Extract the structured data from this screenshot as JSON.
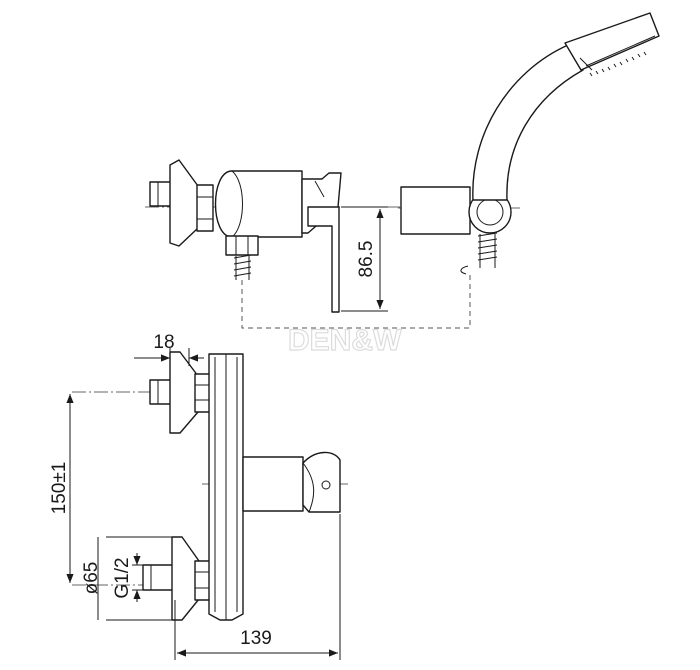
{
  "dimensions": {
    "lever_height": "86.5",
    "eccentric_width": "18",
    "center_distance": "150±1",
    "flange_diameter": "ø65",
    "thread": "G1/2",
    "overall_depth": "139"
  },
  "watermark": "DEN&W"
}
